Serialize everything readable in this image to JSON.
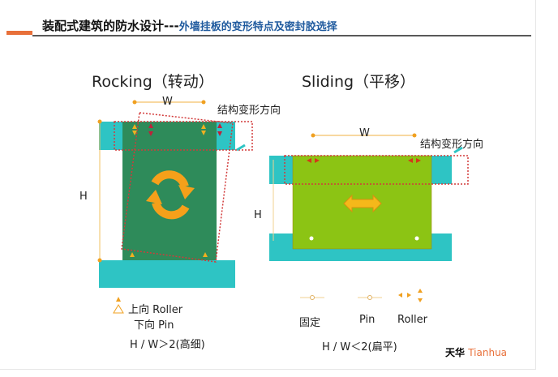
{
  "header": {
    "title_main": "装配式建筑的防水设计---",
    "title_sub": "外墙挂板的变形特点及密封胶选择"
  },
  "rocking": {
    "title": "Rocking（转动）",
    "w_label": "W",
    "h_label": "H",
    "direction_label": "结构变形方向",
    "legend_up": "上向  Roller",
    "legend_down": "下向   Pin",
    "ratio": "H / W＞2(高细)"
  },
  "sliding": {
    "title": "Sliding（平移）",
    "w_label": "W",
    "h_label": "H",
    "direction_label": "结构变形方向",
    "legend_fixed": "固定",
    "legend_pin": "Pin",
    "legend_roller": "Roller",
    "ratio": "H / W＜2(扁平)"
  },
  "logo": {
    "cn": "天华",
    "en": "Tianhua"
  },
  "colors": {
    "cyan": "#2ec4c4",
    "dark_green": "#2e8b5a",
    "lime": "#8cc414",
    "orange": "#f5a01a",
    "accent": "#e8703a",
    "blue": "#1f5a9e"
  }
}
